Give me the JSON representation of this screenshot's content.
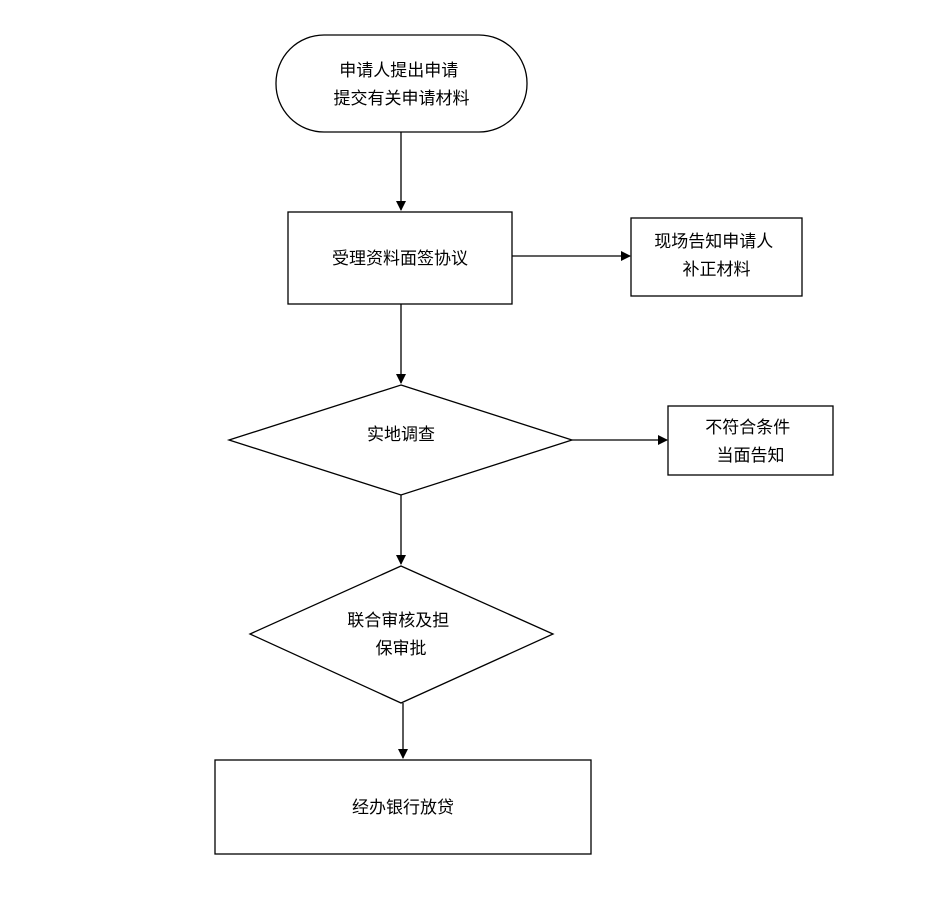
{
  "diagram": {
    "nodes": {
      "start": {
        "lines": [
          "申请人提出申请",
          "提交有关申请材料"
        ]
      },
      "accept": {
        "lines": [
          "受理资料面签协议"
        ]
      },
      "notify": {
        "lines": [
          "现场告知申请人",
          "补正材料"
        ]
      },
      "inspect": {
        "lines": [
          "实地调查"
        ]
      },
      "reject": {
        "lines": [
          "不符合条件",
          "当面告知"
        ]
      },
      "review": {
        "lines": [
          "联合审核及担",
          "保审批"
        ]
      },
      "loan": {
        "lines": [
          "经办银行放贷"
        ]
      }
    }
  }
}
